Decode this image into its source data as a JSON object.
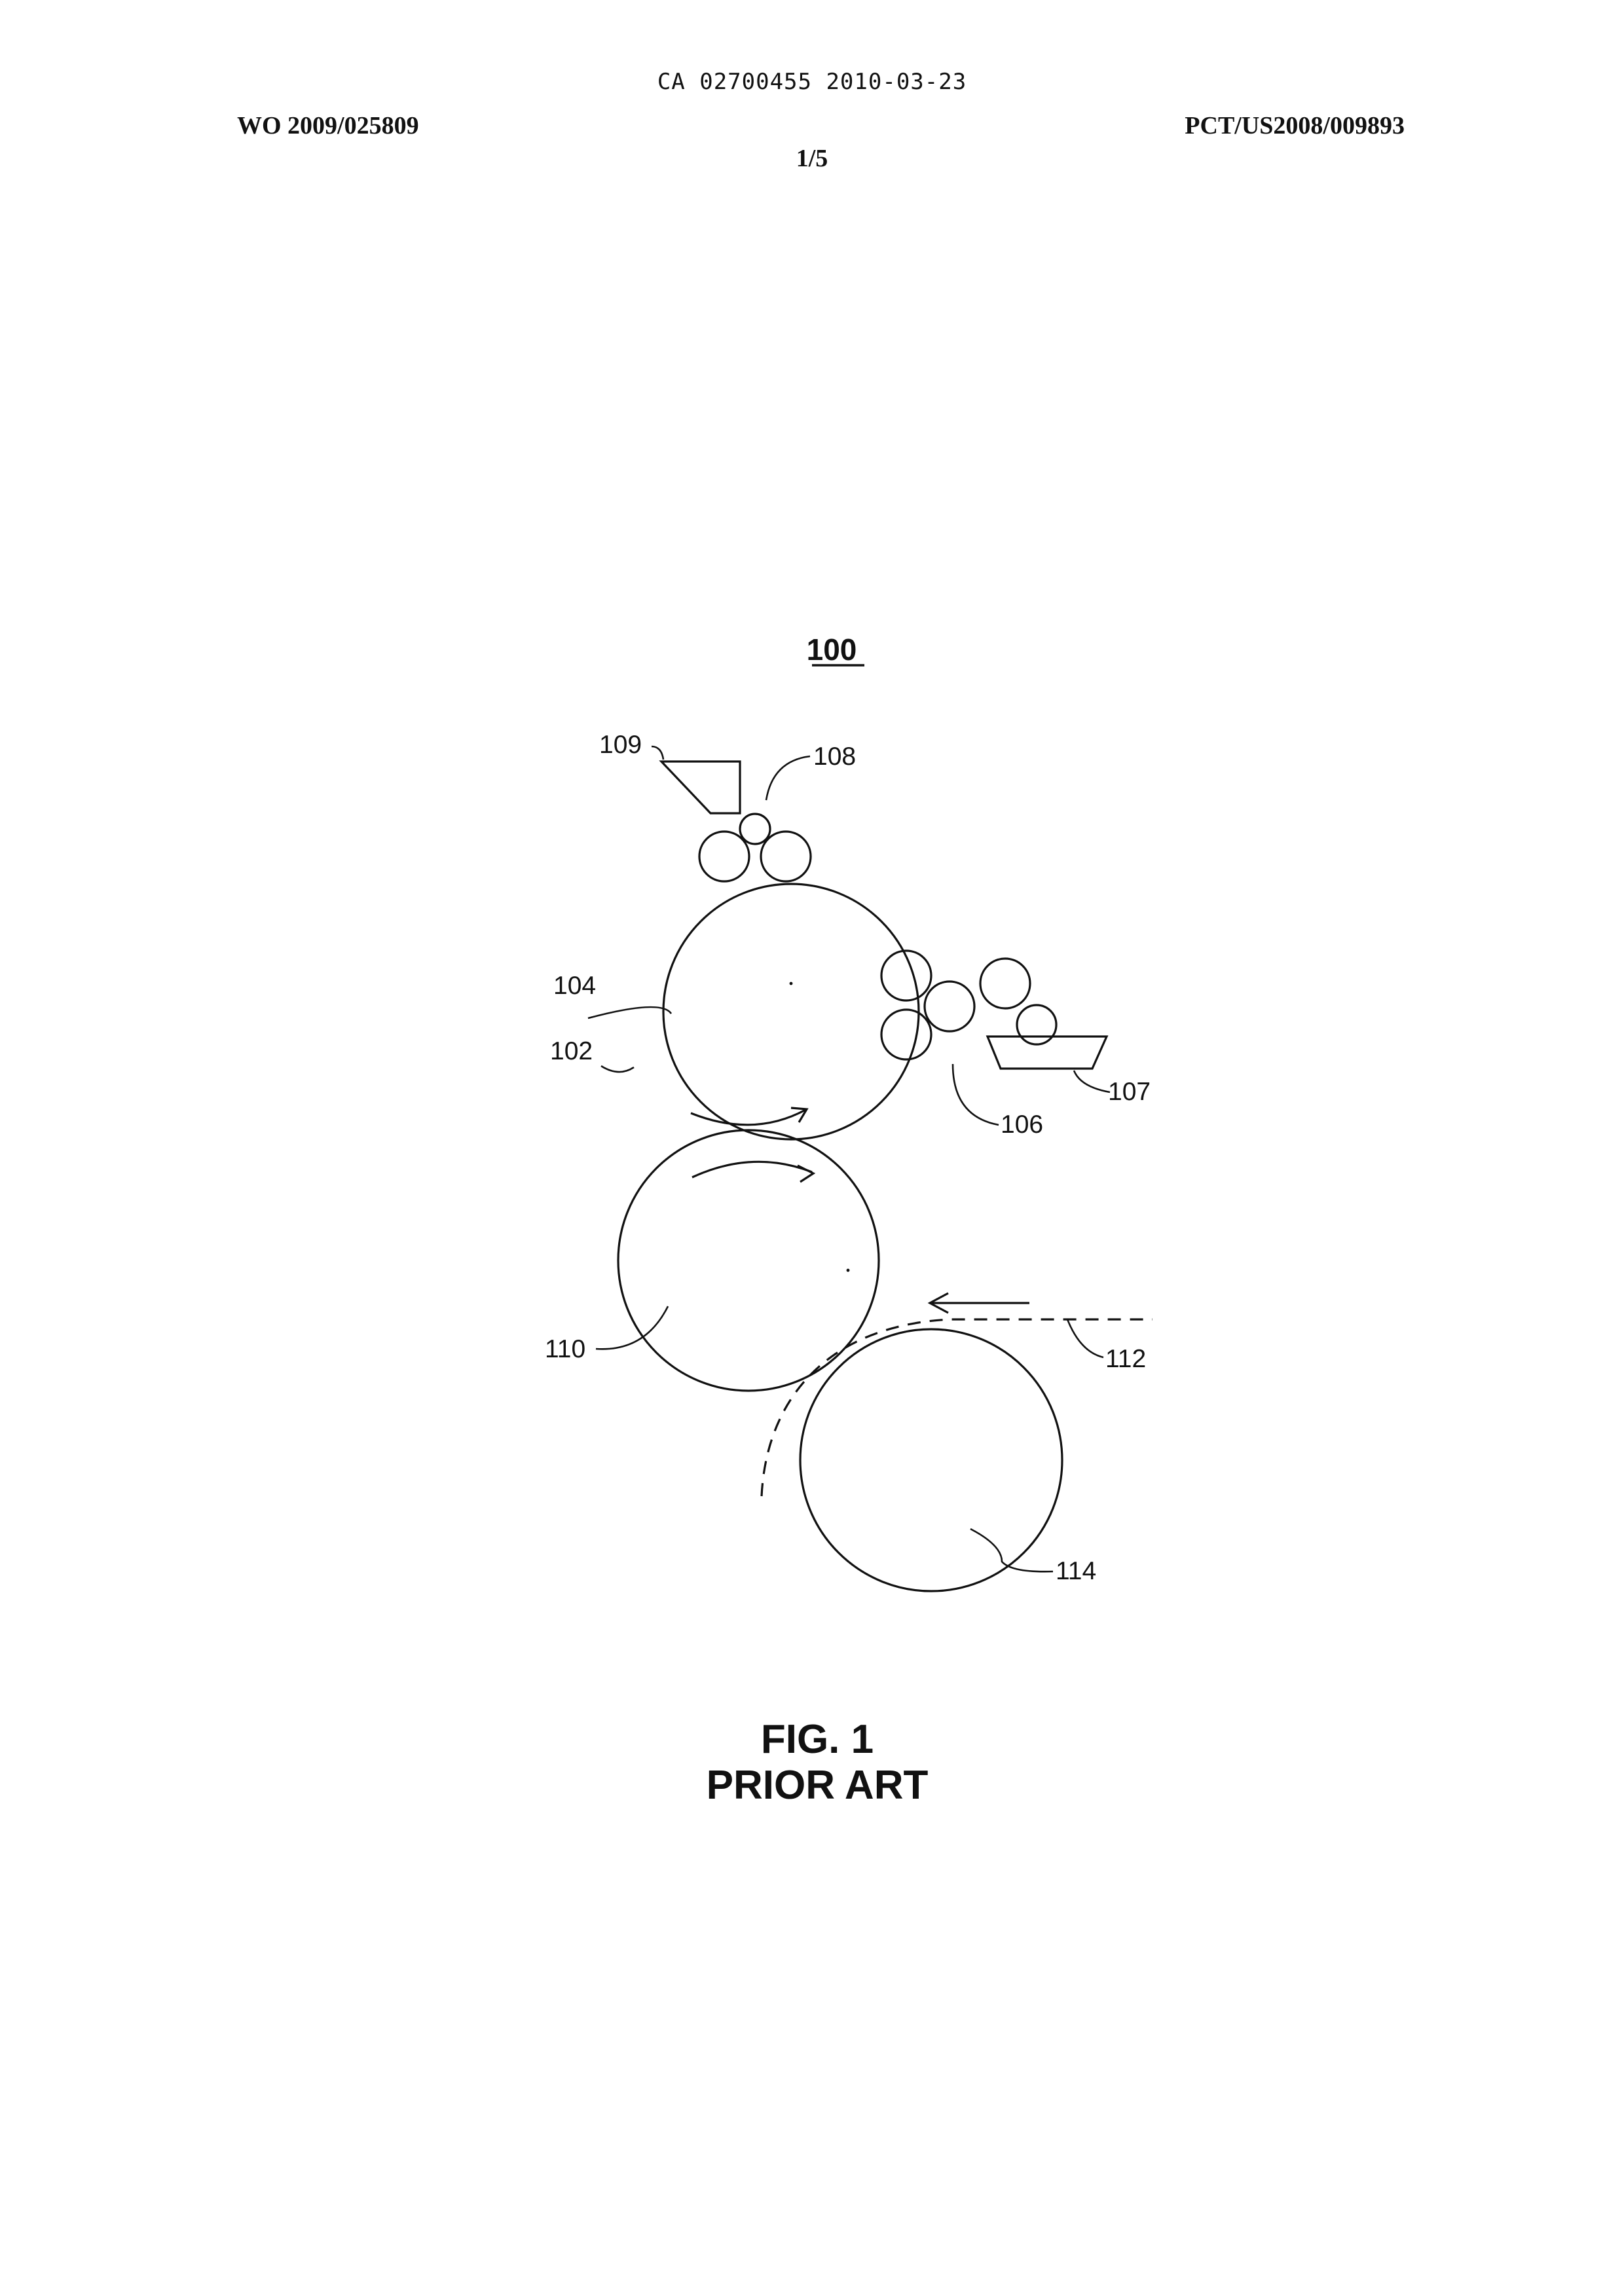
{
  "header": {
    "ca_line": "CA 02700455 2010-03-23",
    "wo_number": "WO 2009/025809",
    "pct_number": "PCT/US2008/009893",
    "sheet": "1/5"
  },
  "figure": {
    "reference": "100",
    "labels": {
      "l109": "109",
      "l108": "108",
      "l104": "104",
      "l102": "102",
      "l107": "107",
      "l106": "106",
      "l110": "110",
      "l112": "112",
      "l114": "114"
    },
    "caption_line1": "FIG. 1",
    "caption_line2": "PRIOR ART"
  }
}
